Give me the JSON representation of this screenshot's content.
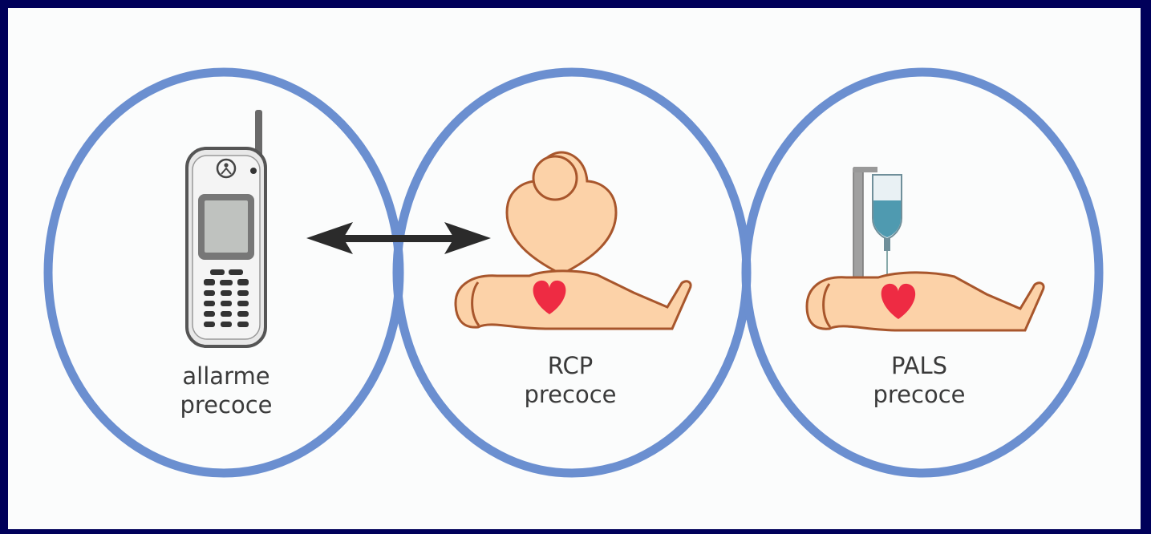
{
  "colors": {
    "border": "#00005a",
    "background": "#fbfcfc",
    "ring": "#6b8fd0",
    "skin": "#fcd2a8",
    "heart": "#ee2b43",
    "outline": "#a8562c"
  },
  "steps": [
    {
      "icon": "mobile-phone-icon",
      "line1": "allarme",
      "line2": "precoce"
    },
    {
      "icon": "cpr-compression-icon",
      "line1": "RCP",
      "line2": "precoce"
    },
    {
      "icon": "iv-drip-patient-icon",
      "line1": "PALS",
      "line2": "precoce"
    }
  ],
  "connector_icon": "double-arrow-icon"
}
